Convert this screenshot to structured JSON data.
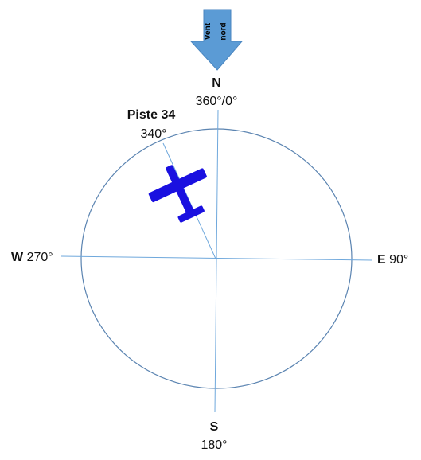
{
  "wind": {
    "line1": "Vent",
    "line2": "nord",
    "color": "#5b9bd5"
  },
  "north": {
    "letter": "N",
    "heading": "360°/0°"
  },
  "south": {
    "letter": "S",
    "heading": "180°"
  },
  "east": {
    "letter": "E",
    "heading": "90°"
  },
  "west": {
    "letter": "W",
    "heading": "270°"
  },
  "runway": {
    "name": "Piste 34",
    "heading": "340°"
  },
  "colors": {
    "circle": "#5b84b1",
    "axes": "#6fa8dc",
    "plane": "#1a10e0"
  }
}
